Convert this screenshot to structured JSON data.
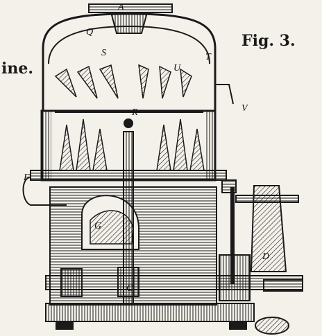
{
  "caption": "Fig. 3.",
  "fragment": "ine.",
  "labels": {
    "A": "A",
    "Q": "Q",
    "S": "S",
    "T": "T",
    "U": "U",
    "V": "V",
    "R": "R",
    "F": "F",
    "G": "G",
    "D": "D",
    "C": "C"
  },
  "colors": {
    "ink": "#1a1a1a",
    "paper": "#f4f1ea"
  }
}
